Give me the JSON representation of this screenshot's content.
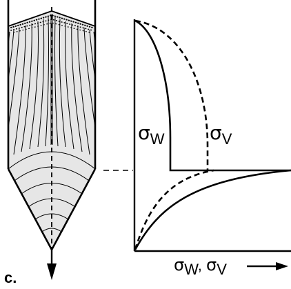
{
  "figure": {
    "panel_label": "c.",
    "sigma_glyph": "σ",
    "wall_subscript": "W",
    "vertical_subscript": "V",
    "axis_label": "σW, σV",
    "axis_label_sigma": "σ",
    "axis_label_w": "W",
    "axis_label_sep": ", ",
    "axis_label_v": "V"
  },
  "colors": {
    "silo_fill": "#e6e6e6",
    "ink": "#000000",
    "background": "#ffffff"
  },
  "icons": {
    "flow_arrow": "down-arrow-icon",
    "axis_arrow": "right-arrow-icon"
  }
}
